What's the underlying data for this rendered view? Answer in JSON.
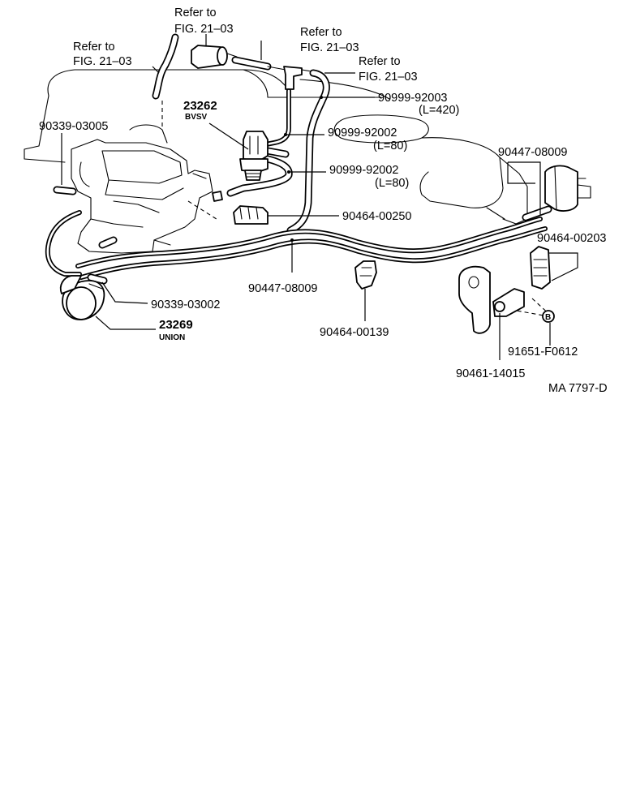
{
  "refs": {
    "refer_a": "Refer to",
    "fig_a": "FIG. 21–03",
    "refer_b": "Refer to",
    "fig_b": "FIG. 21–03",
    "refer_c": "Refer to",
    "fig_c": "FIG. 21–03",
    "refer_d": "Refer to",
    "fig_d": "FIG. 21–03"
  },
  "parts": {
    "p23262": {
      "number": "23262",
      "name": "BVSV"
    },
    "p23269": {
      "number": "23269",
      "name": "UNION"
    },
    "p90339_03005": "90339-03005",
    "p90339_03002": "90339-03002",
    "p90999_92003": {
      "number": "90999-92003",
      "length": "(L=420)"
    },
    "p90999_92002_a": {
      "number": "90999-92002",
      "length": "(L=80)"
    },
    "p90999_92002_b": {
      "number": "90999-92002",
      "length": "(L=80)"
    },
    "p90447_08009_a": "90447-08009",
    "p90447_08009_b": "90447-08009",
    "p90464_00250": "90464-00250",
    "p90464_00203": "90464-00203",
    "p90464_00139": "90464-00139",
    "p91651_F0612": "91651-F0612",
    "p90461_14015": "90461-14015",
    "marker_b": "B"
  },
  "figure_code": "MA 7797-D"
}
